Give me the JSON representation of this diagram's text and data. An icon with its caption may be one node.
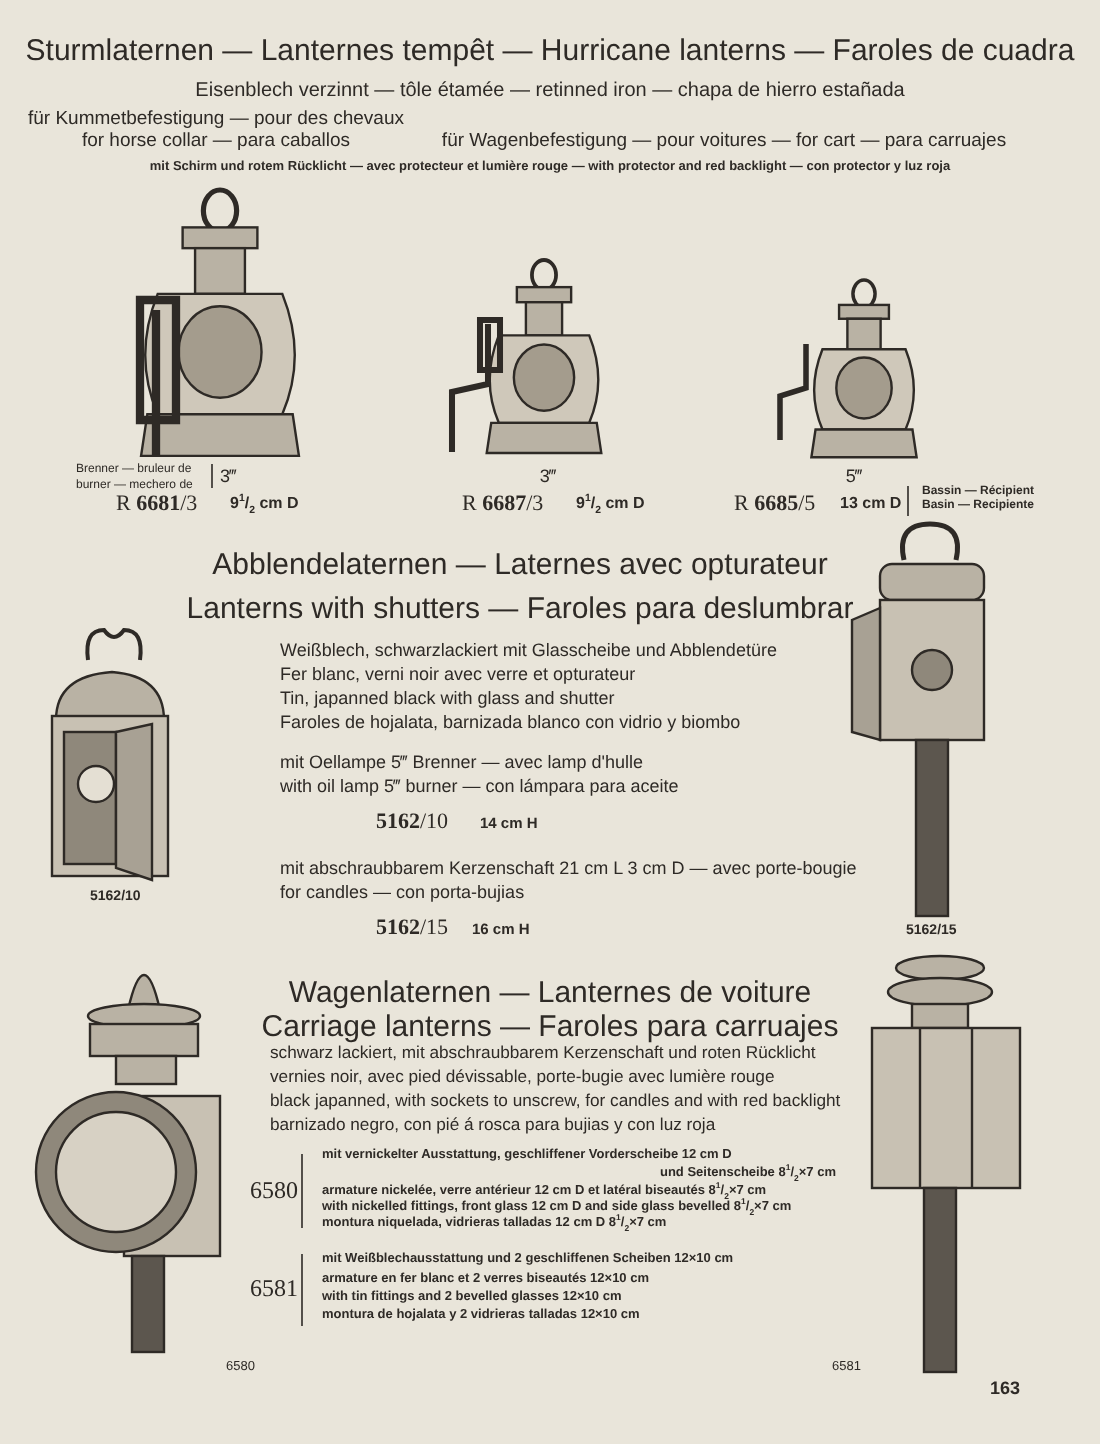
{
  "diagram": {
    "title": "Sturmlaternen — Lanternes tempêt — Hurricane lanterns — Faroles de cuadra",
    "labels": [
      "Eisenblech verzinnt — tôle étamée — retinned iron — chapa de hierro estañada",
      "für Kummetbefestigung — pour des chevaux",
      "for horse collar — para caballos",
      "für Wagenbefestigung — pour voitures — for cart — para carruajes",
      "mit Schirm und rotem Rücklicht — avec protecteur et lumière rouge — with protector and red backlight — con protector y luz roja",
      "Brenner — bruleur de",
      "burner — mechero de",
      "3‴",
      "R **6681**/3",
      "9$^{1}$/$_{2}$ cm D",
      "3‴",
      "R **6687**/3",
      "9$^{1}$/$_{2}$ cm D",
      "5‴",
      "R **6685**/5",
      "13 cm D",
      "Bassin — Récipient",
      "Basin — Recipiente",
      "Abblendelaternen — Laternes avec opturateur",
      "Lanterns with shutters — Faroles para deslumbrar",
      "Weißblech, schwarzlackiert mit Glasscheibe und Abblendetüre",
      "Fer blanc, verni noir avec verre et opturateur",
      "Tin, japanned black with glass and shutter",
      "Faroles de hojalata, barnizada blanco con vidrio y biombo",
      "mit Oellampe 5‴ Brenner — avec lamp d'hulle",
      "with oil lamp 5‴ burner — con lámpara para aceite",
      "**5162**/10",
      "14 cm H",
      "mit abschraubbarem Kerzenschaft 21 cm L 3 cm D — avec porte-bougie",
      "for candles — con porta-bujias",
      "**5162**/15",
      "16 cm H",
      "5162/10",
      "5162/15",
      "Wagenlaternen — Lanternes de voiture",
      "Carriage lanterns — Faroles para carruajes",
      "schwarz lackiert, mit abschraubbarem Kerzenschaft und roten Rücklicht",
      "vernies noir, avec pied dévissable, porte-bugie avec lumière rouge",
      "black japanned, with sockets to unscrew, for candles and with red backlight",
      "barnizado negro, con pié á rosca para bujias y con luz roja",
      "6580",
      "mit vernickelter Ausstattung, geschliffener Vorderscheibe 12 cm D",
      "und Seitenscheibe 8$^{1}$/$_{2}$×7 cm",
      "armature nickelée, verre antérieur 12 cm D et latéral biseautés 8$^{1}$/$_{2}$×7 cm",
      "with nickelled fittings, front glass 12 cm D and side glass bevelled 8$^{1}$/$_{2}$×7 cm",
      "montura niquelada, vidrieras talladas 12 cm D 8$^{1}$/$_{2}$×7 cm",
      "6581",
      "mit Weißblechausstattung und 2 geschliffenen Scheiben 12×10 cm",
      "armature en fer blanc et 2 verres biseautés 12×10 cm",
      "with tin fittings and 2 bevelled glasses 12×10 cm",
      "montura de hojalata y 2 vidrieras talladas 12×10 cm",
      "6580",
      "6581",
      "163"
    ]
  }
}
